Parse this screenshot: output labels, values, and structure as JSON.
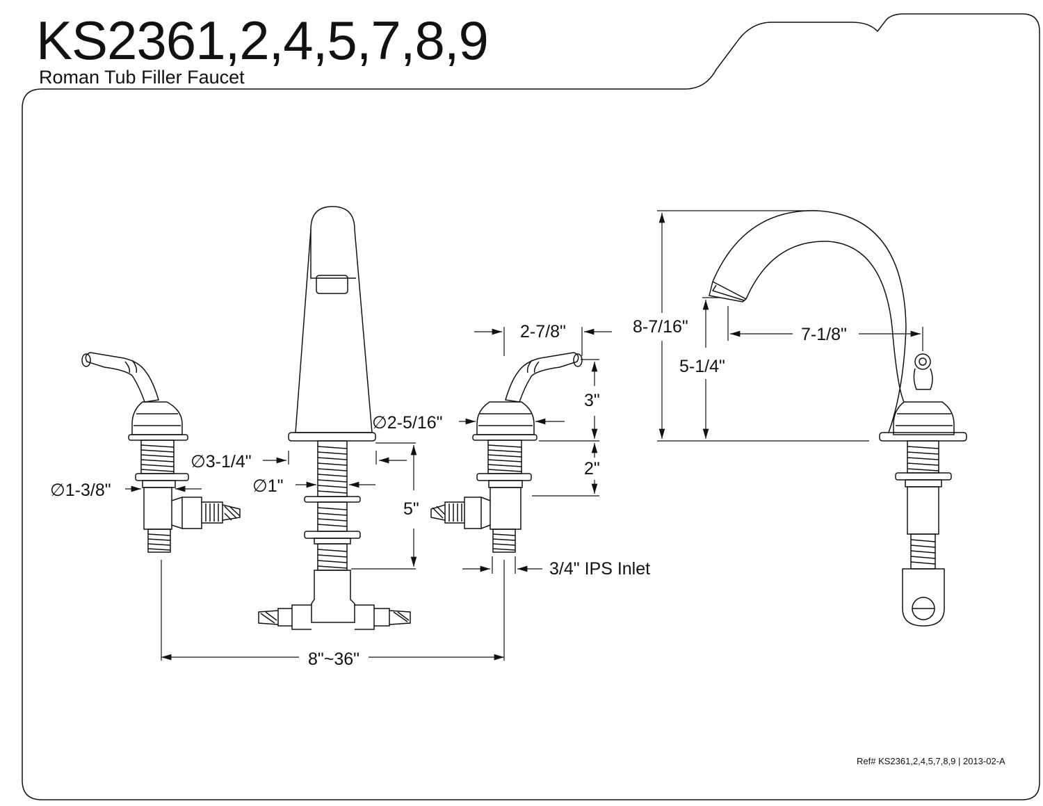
{
  "header": {
    "model": "KS2361,2,4,5,7,8,9",
    "product": "Roman Tub Filler Faucet"
  },
  "dimensions": {
    "spread": "8\"~36\"",
    "spout_height": "8-7/16\"",
    "spout_outlet_height": "5-1/4\"",
    "spout_reach": "7-1/8\"",
    "handle_reach": "2-7/8\"",
    "handle_height": "3\"",
    "handle_escutcheon_dia": "2-5/16\"",
    "spout_base_dia": "3-1/4\"",
    "spout_shank_dia": "1\"",
    "handle_shank_dia": "1-3/8\"",
    "shank_length": "5\"",
    "valve_height": "2\"",
    "inlet": "3/4\" IPS Inlet"
  },
  "footer": {
    "reference": "Ref# KS2361,2,4,5,7,8,9 | 2013-02-A"
  },
  "symbols": {
    "diameter": "∅"
  }
}
